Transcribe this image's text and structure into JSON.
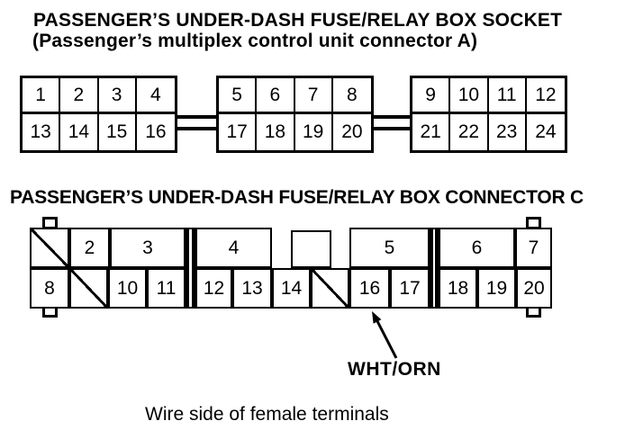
{
  "socket": {
    "title": "PASSENGER’S UNDER-DASH FUSE/RELAY BOX SOCKET",
    "subtitle": "(Passenger’s multiplex control unit connector A)",
    "blocks": [
      {
        "top": [
          "1",
          "2",
          "3",
          "4"
        ],
        "bottom": [
          "13",
          "14",
          "15",
          "16"
        ]
      },
      {
        "top": [
          "5",
          "6",
          "7",
          "8"
        ],
        "bottom": [
          "17",
          "18",
          "19",
          "20"
        ]
      },
      {
        "top": [
          "9",
          "10",
          "11",
          "12"
        ],
        "bottom": [
          "21",
          "22",
          "23",
          "24"
        ]
      }
    ]
  },
  "connector_c": {
    "title": "PASSENGER’S UNDER-DASH FUSE/RELAY BOX CONNECTOR C",
    "cells": {
      "t2": "2",
      "t3": "3",
      "t4": "4",
      "t5": "5",
      "t6": "6",
      "t7": "7",
      "b8": "8",
      "b10": "10",
      "b11": "11",
      "b12": "12",
      "b13": "13",
      "b14": "14",
      "b16": "16",
      "b17": "17",
      "b18": "18",
      "b19": "19",
      "b20": "20"
    },
    "wire_label": "WHT/ORN",
    "pointed_terminal": "16"
  },
  "caption": "Wire side of female terminals",
  "colors": {
    "ink": "#000000",
    "paper": "#ffffff"
  }
}
